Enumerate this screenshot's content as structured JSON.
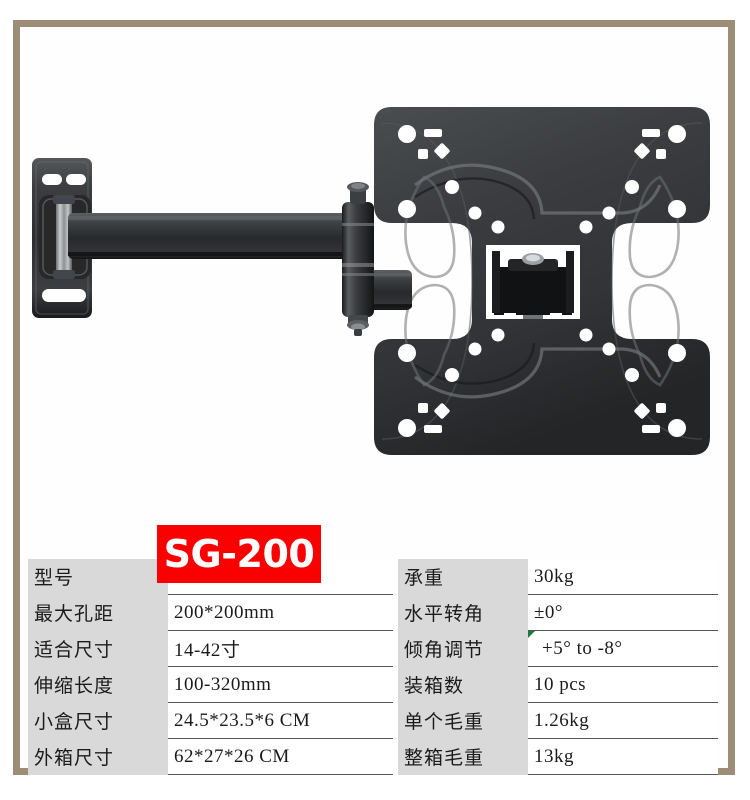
{
  "frame": {
    "border_color": "#9d8d77",
    "background": "#ffffff"
  },
  "product": {
    "name": "full-motion-tv-wall-mount",
    "description": "Articulating TV wall mount with wall plate, two-section swing arm and VESA panel bracket",
    "body_color": "#3a3c3e",
    "highlight_color": "#6e7174",
    "shadow_color": "#151617"
  },
  "badge": {
    "model": "SG-200",
    "background": "#fb0000",
    "text_color": "#ffffff"
  },
  "spec_table": {
    "label_bg": "#d9d9d9",
    "value_bg": "#ffffff",
    "rows": [
      {
        "label_left": "型号",
        "value_left": "",
        "label_right": "承重",
        "value_right": "30kg"
      },
      {
        "label_left": "最大孔距",
        "value_left": "200*200mm",
        "label_right": "水平转角",
        "value_right": "±0°"
      },
      {
        "label_left": "适合尺寸",
        "value_left": "14-42寸",
        "label_right": "倾角调节",
        "value_right": "+5° to -8°"
      },
      {
        "label_left": "伸缩长度",
        "value_left": "100-320mm",
        "label_right": "装箱数",
        "value_right": "10 pcs"
      },
      {
        "label_left": "小盒尺寸",
        "value_left": "24.5*23.5*6 CM",
        "label_right": "单个毛重",
        "value_right": "1.26kg"
      },
      {
        "label_left": "外箱尺寸",
        "value_left": "62*27*26 CM",
        "label_right": "整箱毛重",
        "value_right": "13kg"
      }
    ]
  }
}
